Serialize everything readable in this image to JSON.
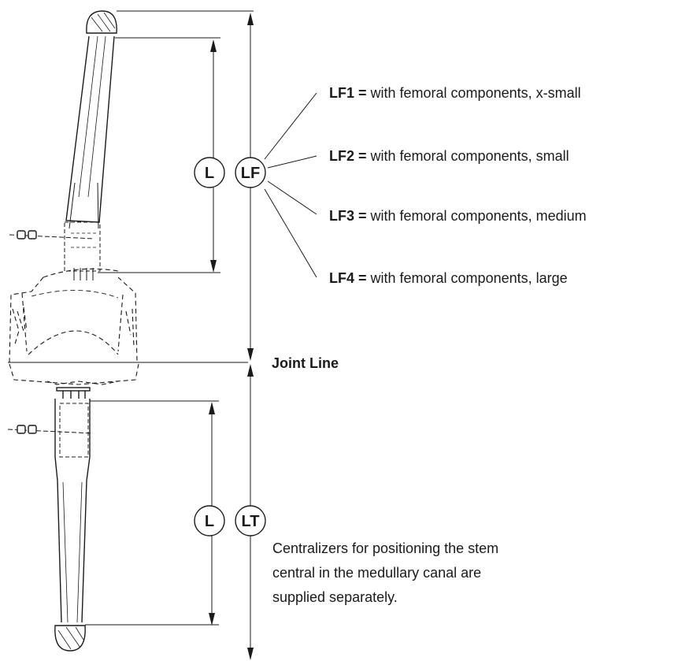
{
  "dimension_labels": {
    "femoral_length": "L",
    "femoral_total": "LF",
    "tibial_length": "L",
    "tibial_total": "LT"
  },
  "legend": [
    {
      "code": "LF1 =",
      "text": " with femoral components, x-small"
    },
    {
      "code": "LF2 =",
      "text": " with femoral components, small"
    },
    {
      "code": "LF3 =",
      "text": " with femoral components, medium"
    },
    {
      "code": "LF4 =",
      "text": " with femoral components, large"
    }
  ],
  "joint_line_label": "Joint Line",
  "note_lines": [
    "Centralizers for positioning the stem",
    "central in the medullary canal are",
    "supplied separately."
  ]
}
